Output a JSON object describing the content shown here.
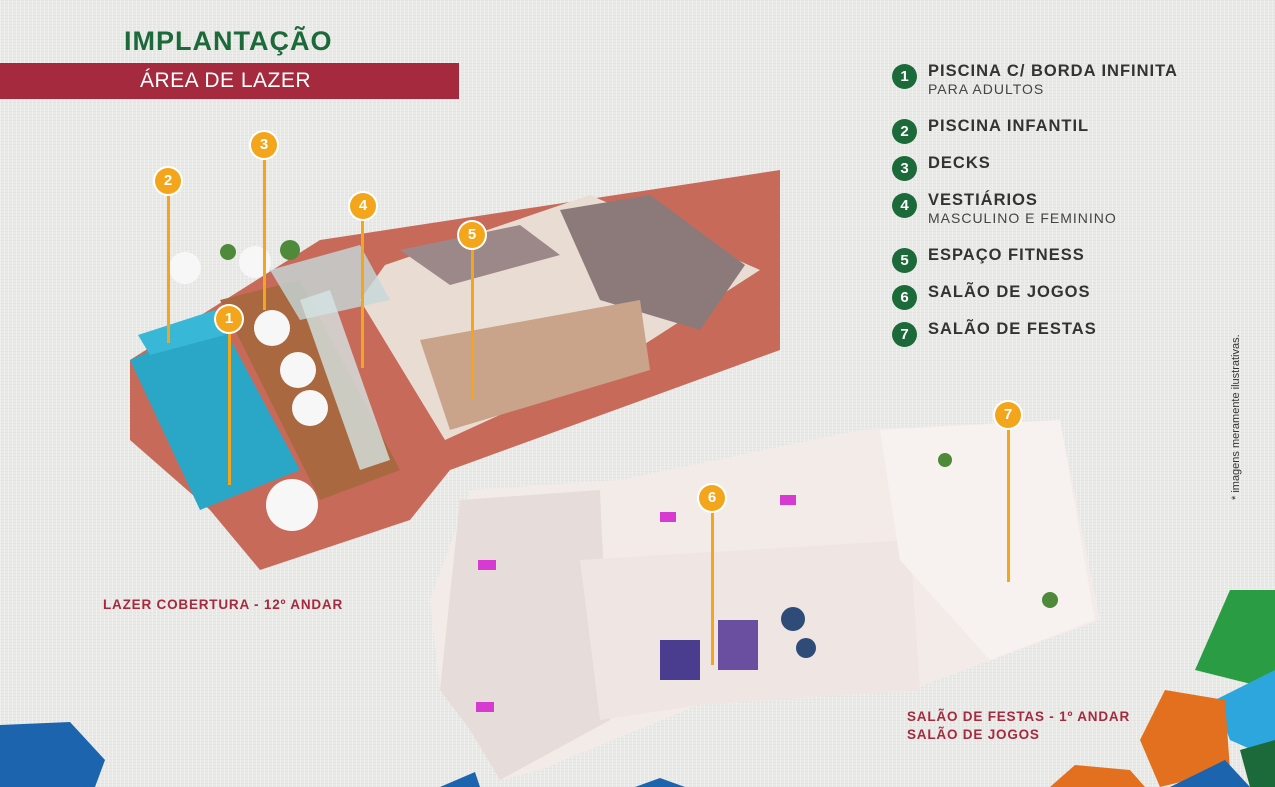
{
  "header": {
    "title": "IMPLANTAÇÃO",
    "subtitle": "ÁREA DE LAZER"
  },
  "legend": [
    {
      "num": "1",
      "label": "PISCINA C/ BORDA INFINITA",
      "sub": "PARA ADULTOS"
    },
    {
      "num": "2",
      "label": "PISCINA INFANTIL",
      "sub": ""
    },
    {
      "num": "3",
      "label": "DECKS",
      "sub": ""
    },
    {
      "num": "4",
      "label": "VESTIÁRIOS",
      "sub": "MASCULINO E FEMININO"
    },
    {
      "num": "5",
      "label": "ESPAÇO FITNESS",
      "sub": ""
    },
    {
      "num": "6",
      "label": "SALÃO DE JOGOS",
      "sub": ""
    },
    {
      "num": "7",
      "label": "SALÃO DE FESTAS",
      "sub": ""
    }
  ],
  "pins": [
    "1",
    "2",
    "3",
    "4",
    "5",
    "6",
    "7"
  ],
  "captions": {
    "rooftop": "LAZER COBERTURA - 12º ANDAR",
    "ground_line1": "SALÃO DE FESTAS - 1º ANDAR",
    "ground_line2": "SALÃO DE JOGOS"
  },
  "disclaimer": "* imagens meramente ilustrativas.",
  "colors": {
    "brand_green": "#1c6a39",
    "brand_red": "#a52a3d",
    "pin_orange": "#f3a51b"
  }
}
